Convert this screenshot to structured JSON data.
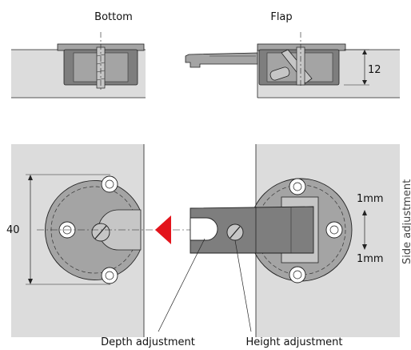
{
  "labels": {
    "bottom": "Bottom",
    "flap": "Flap",
    "dim_12": "12",
    "dim_40": "40",
    "gap_top": "1mm",
    "gap_bottom": "1mm",
    "side_adjustment": "Side adjustment",
    "depth_adjustment": "Depth adjustment",
    "height_adjustment": "Height adjustment"
  },
  "colors": {
    "panel": "#dcdcdc",
    "part_dark": "#7e7e7e",
    "part_mid": "#a4a4a4",
    "part_light": "#c6c6c6",
    "line": "#222222",
    "arrow": "#e3141c"
  }
}
